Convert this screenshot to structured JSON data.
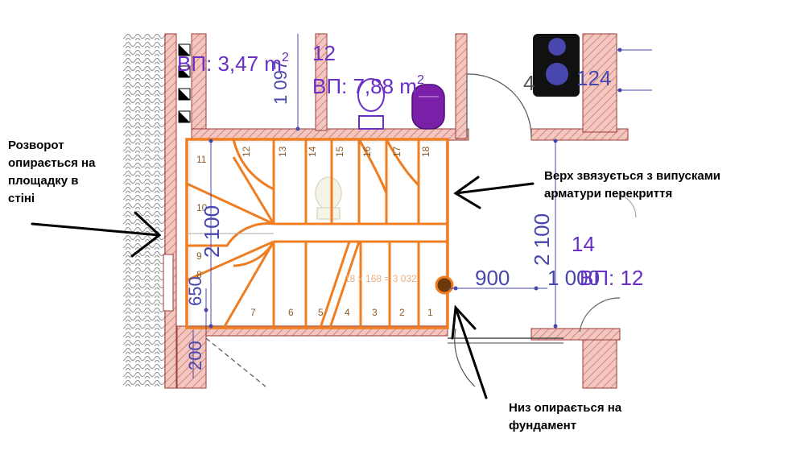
{
  "annotations": {
    "left": "Розворот\nопирається на\nплощадку в\nстіні",
    "right": "Верх звязується з випусками\nарматури перекриття",
    "bottom": "Низ опирається на\nфундамент"
  },
  "plan": {
    "room_area_1": "ВП: 3,47 m",
    "room_area_1_sup": "2",
    "room_number_12": "12",
    "room_area_2": "ВП: 7,88 m",
    "room_area_2_sup": "2",
    "room_number_14": "14",
    "room_area_3": "ВП: 12",
    "dim_1097": "1 097",
    "dim_2100_left": "2 100",
    "dim_2100_right": "2 100",
    "dim_650": "650",
    "dim_900": "900",
    "dim_1000": "1 000",
    "dim_200": "200",
    "dim_124": "124",
    "dim_4": "4",
    "stair_formula": "18 x 168 = 3 032",
    "step_numbers": [
      "1",
      "2",
      "3",
      "4",
      "5",
      "6",
      "7",
      "8",
      "9",
      "10",
      "11",
      "12",
      "13",
      "14",
      "15",
      "16",
      "17",
      "18"
    ]
  },
  "colors": {
    "wall_fill": "#f4c6c0",
    "wall_line": "#9b3b34",
    "stair_orange": "#ef7d22",
    "dimension_blue": "#4747ad",
    "hatch_gray": "#8c8c8c",
    "label_purple": "#6a2fc4"
  }
}
